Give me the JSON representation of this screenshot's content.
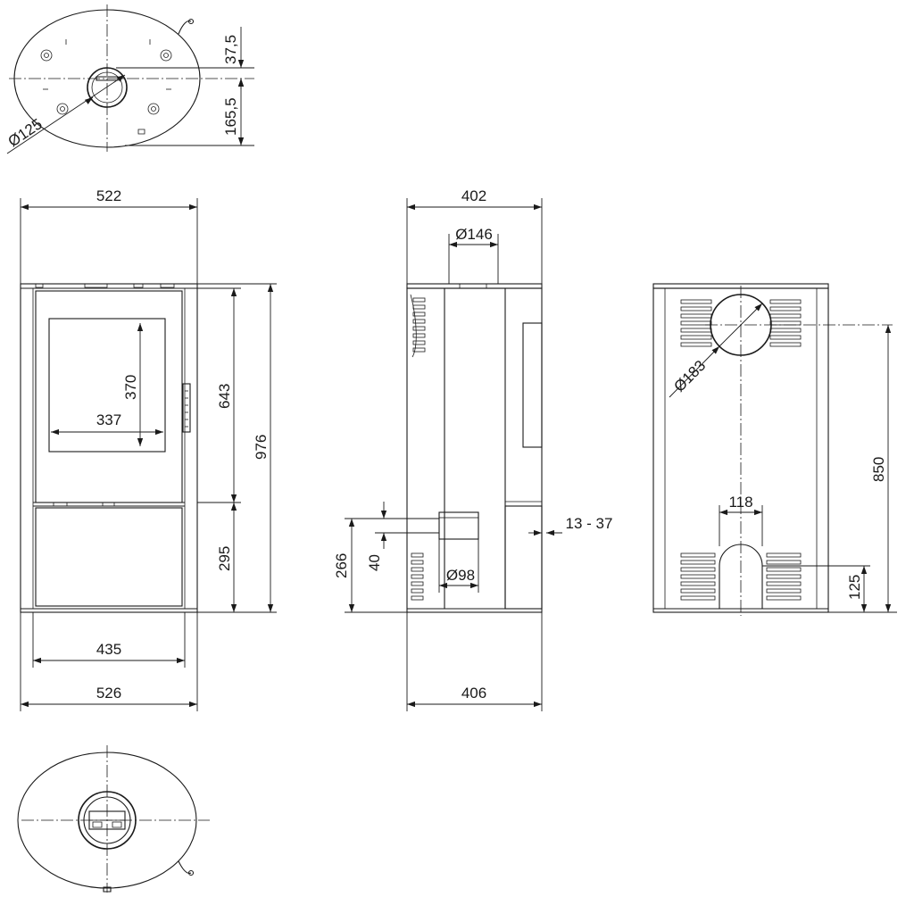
{
  "colors": {
    "line": "#1a1a1a",
    "background": "#ffffff"
  },
  "dimensions": {
    "top_view": {
      "diameter": "Ø125",
      "upper": "37,5",
      "lower": "165,5"
    },
    "front_view": {
      "width_top": "522",
      "window_width": "337",
      "window_height": "370",
      "door_height": "643",
      "lower_height": "295",
      "total_height": "976",
      "base_inner": "435",
      "base_width": "526"
    },
    "side_view": {
      "width_top": "402",
      "flue_diameter": "Ø146",
      "air_offset": "40",
      "air_height": "266",
      "air_diameter": "Ø98",
      "wall_gap": "13 - 37",
      "base_width": "406"
    },
    "rear_view": {
      "flue_diameter": "Ø183",
      "flue_height": "850",
      "air_inlet_width": "118",
      "air_inlet_height": "125"
    }
  }
}
